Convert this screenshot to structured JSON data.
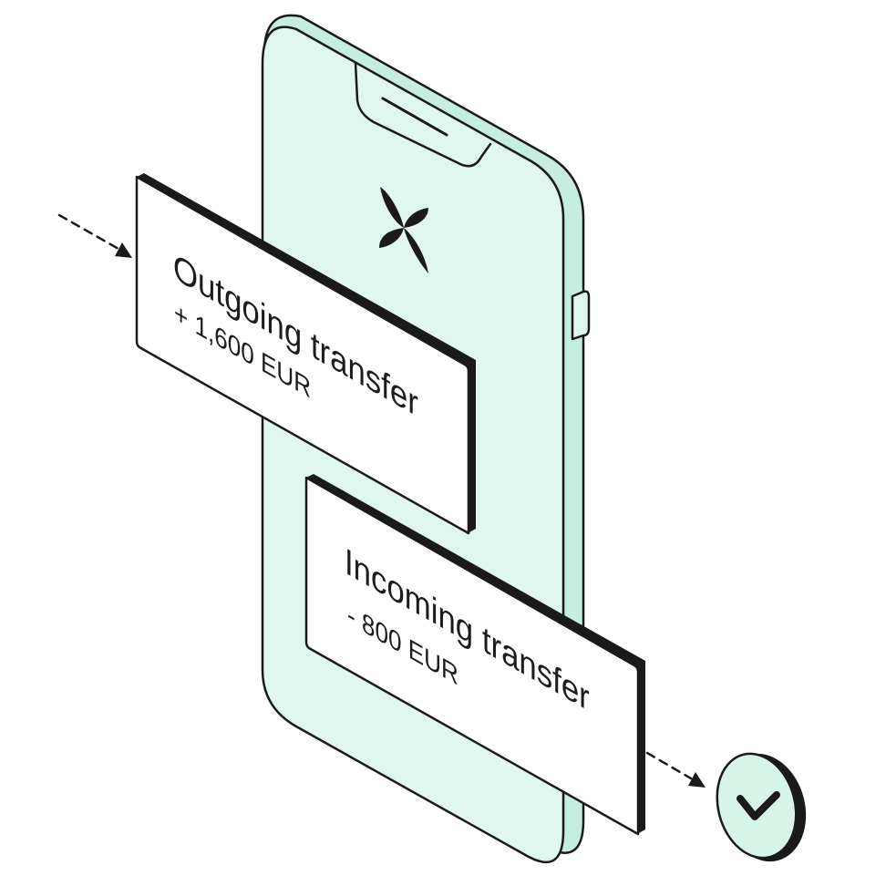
{
  "cards": {
    "outgoing": {
      "title": "Outgoing transfer",
      "amount": "+ 1,600 EUR"
    },
    "incoming": {
      "title": "Incoming transfer",
      "amount": "- 800 EUR"
    }
  },
  "icons": {
    "logo": "four-petal-logo-icon",
    "status": "checkmark-icon",
    "arrow_in": "dashed-arrow-icon",
    "arrow_out": "dashed-arrow-icon"
  },
  "colors": {
    "phone_fill": "#dff7ee",
    "phone_side": "#c6eedf",
    "outline": "#1a1a1a",
    "card_fill": "#ffffff",
    "check_fill": "#d6f5e8"
  }
}
